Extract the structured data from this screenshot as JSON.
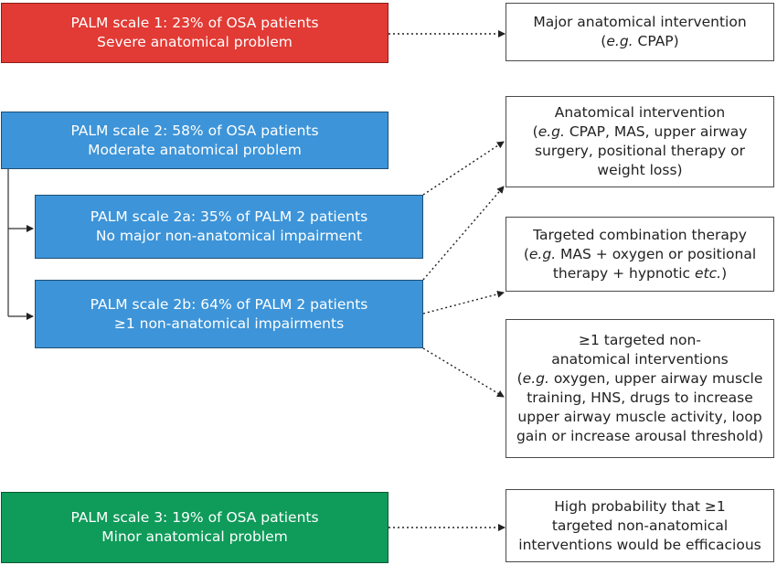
{
  "palm1": {
    "line1": "PALM scale 1: 23% of OSA patients",
    "line2": "Severe anatomical problem"
  },
  "palm2": {
    "line1": "PALM scale 2: 58% of OSA patients",
    "line2": "Moderate anatomical problem"
  },
  "palm2a": {
    "line1": "PALM scale 2a: 35% of PALM 2 patients",
    "line2": "No major non-anatomical impairment"
  },
  "palm2b": {
    "line1": "PALM scale 2b: 64% of PALM 2 patients",
    "line2": "≥1 non-anatomical impairments"
  },
  "palm3": {
    "line1": "PALM scale 3: 19% of OSA patients",
    "line2": "Minor anatomical problem"
  },
  "outcome1": {
    "line1": "Major anatomical intervention",
    "eg": "e.g.",
    "line2_rest": " CPAP)"
  },
  "outcome2": {
    "line1": "Anatomical intervention",
    "eg": "e.g.",
    "line2_rest": " CPAP, MAS, upper airway",
    "line3": "surgery, positional therapy or",
    "line4": "weight loss)"
  },
  "outcome3": {
    "line1": "Targeted combination therapy",
    "eg": "e.g.",
    "line2_rest": " MAS + oxygen or positional",
    "line3_start": "therapy + hypnotic ",
    "etc": "etc.",
    "line3_end": ")"
  },
  "outcome4": {
    "line1": "≥1 targeted non-",
    "line2": "anatomical interventions",
    "eg": "e.g.",
    "line3_rest": " oxygen, upper airway muscle",
    "line4": "training, HNS, drugs to increase",
    "line5": "upper airway muscle activity, loop",
    "line6": "gain or increase arousal threshold)"
  },
  "outcome5": {
    "line1": "High probability that ≥1",
    "line2": "targeted non-anatomical",
    "line3": "interventions would be efficacious"
  },
  "colors": {
    "red": "#e23a34",
    "blue": "#3d94d8",
    "green": "#0f9b5a"
  }
}
